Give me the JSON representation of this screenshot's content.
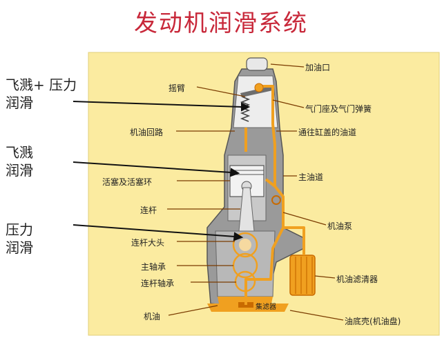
{
  "title": "发动机润滑系统",
  "colors": {
    "title": "#c8283a",
    "panel_bg": "#fbeba0",
    "engine_gray": "#9a9a9a",
    "engine_outline": "#555555",
    "oil": "#f0a020",
    "oil_dark": "#c86a00",
    "leader": "#7a3b00"
  },
  "side_labels": {
    "splash_pressure": [
      "飞溅+ 压力",
      "润滑"
    ],
    "splash": [
      "飞溅",
      "润滑"
    ],
    "pressure": [
      "压力",
      "润滑"
    ]
  },
  "left_labels": {
    "rocker_arm": "摇臂",
    "oil_circuit": "机油回路",
    "piston_rings": "活塞及活塞环",
    "connecting_rod": "连杆",
    "big_end": "连杆大头",
    "main_bearing": "主轴承",
    "rod_bearing": "连杆轴承",
    "oil": "机油"
  },
  "right_labels": {
    "filler": "加油口",
    "valve_seat_spring": "气门座及气门弹簧",
    "head_oil_passage": "通往缸盖的油道",
    "main_gallery": "主油道",
    "oil_pump": "机油泵",
    "oil_filter": "机油滤清器",
    "sump": "油底壳(机油盘)"
  },
  "center_labels": {
    "strainer": "集滤器"
  }
}
